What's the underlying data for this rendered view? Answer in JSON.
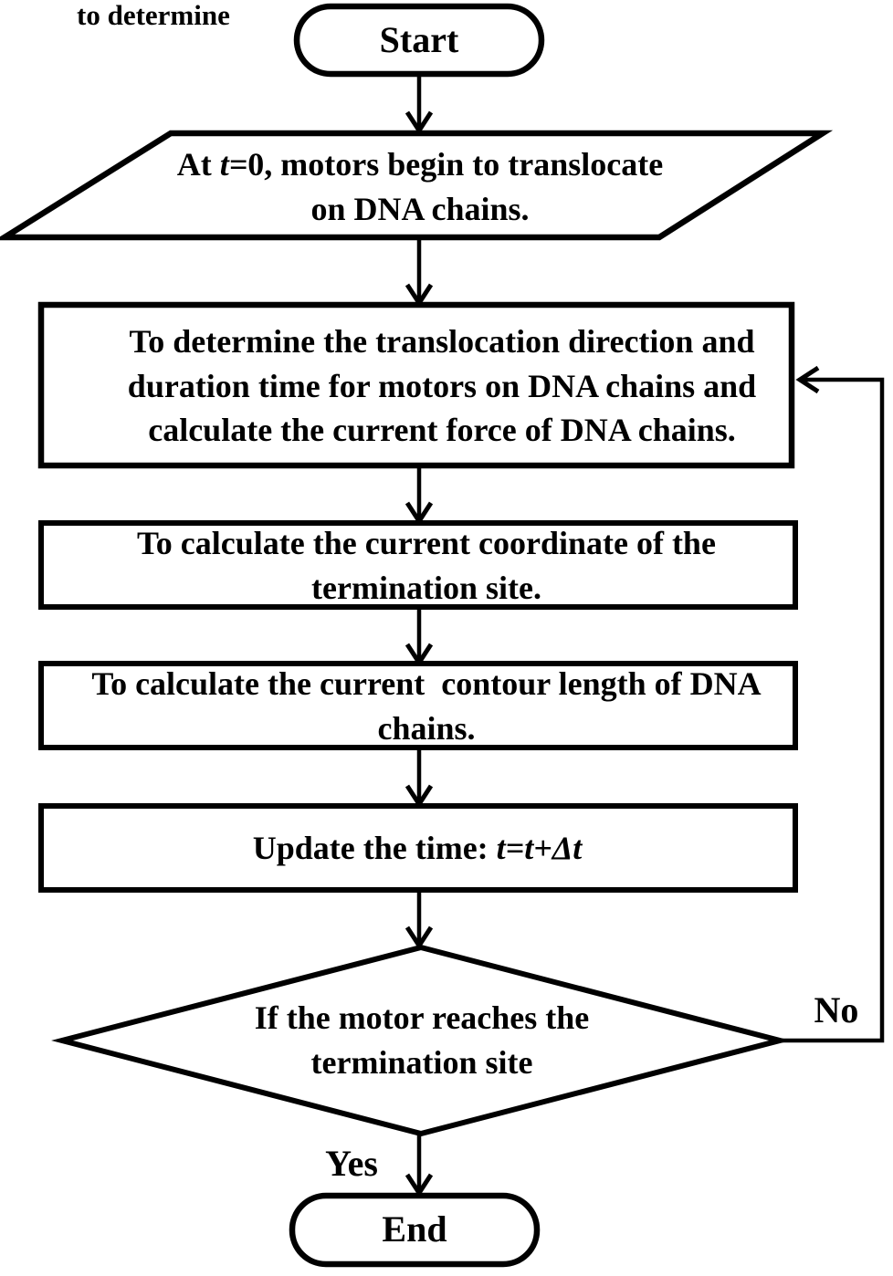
{
  "figure": {
    "stray_text": "to determine",
    "colors": {
      "ink": "#000000",
      "background": "#ffffff"
    }
  },
  "nodes": {
    "start": {
      "type": "terminator",
      "label": "Start"
    },
    "init": {
      "type": "input",
      "rich": [
        {
          "t": "At "
        },
        {
          "t": "t=",
          "i": true
        },
        {
          "t": "0, motors begin to translocate on DNA chains."
        }
      ]
    },
    "p1": {
      "type": "process",
      "text": "To determine the translocation direction and duration time for motors on DNA chains and calculate the current force of DNA chains."
    },
    "p2": {
      "type": "process",
      "text": "To calculate the current coordinate of the termination site."
    },
    "p3": {
      "type": "process",
      "text": "To calculate the current  contour length of DNA chains."
    },
    "update": {
      "type": "process",
      "rich": [
        {
          "t": "Update the time: "
        },
        {
          "t": "t=t+Δt",
          "i": true
        }
      ]
    },
    "decision": {
      "type": "decision",
      "text": "If the motor reaches the termination site"
    },
    "end": {
      "type": "terminator",
      "label": "End"
    }
  },
  "branches": {
    "yes_label": "Yes",
    "no_label": "No"
  }
}
